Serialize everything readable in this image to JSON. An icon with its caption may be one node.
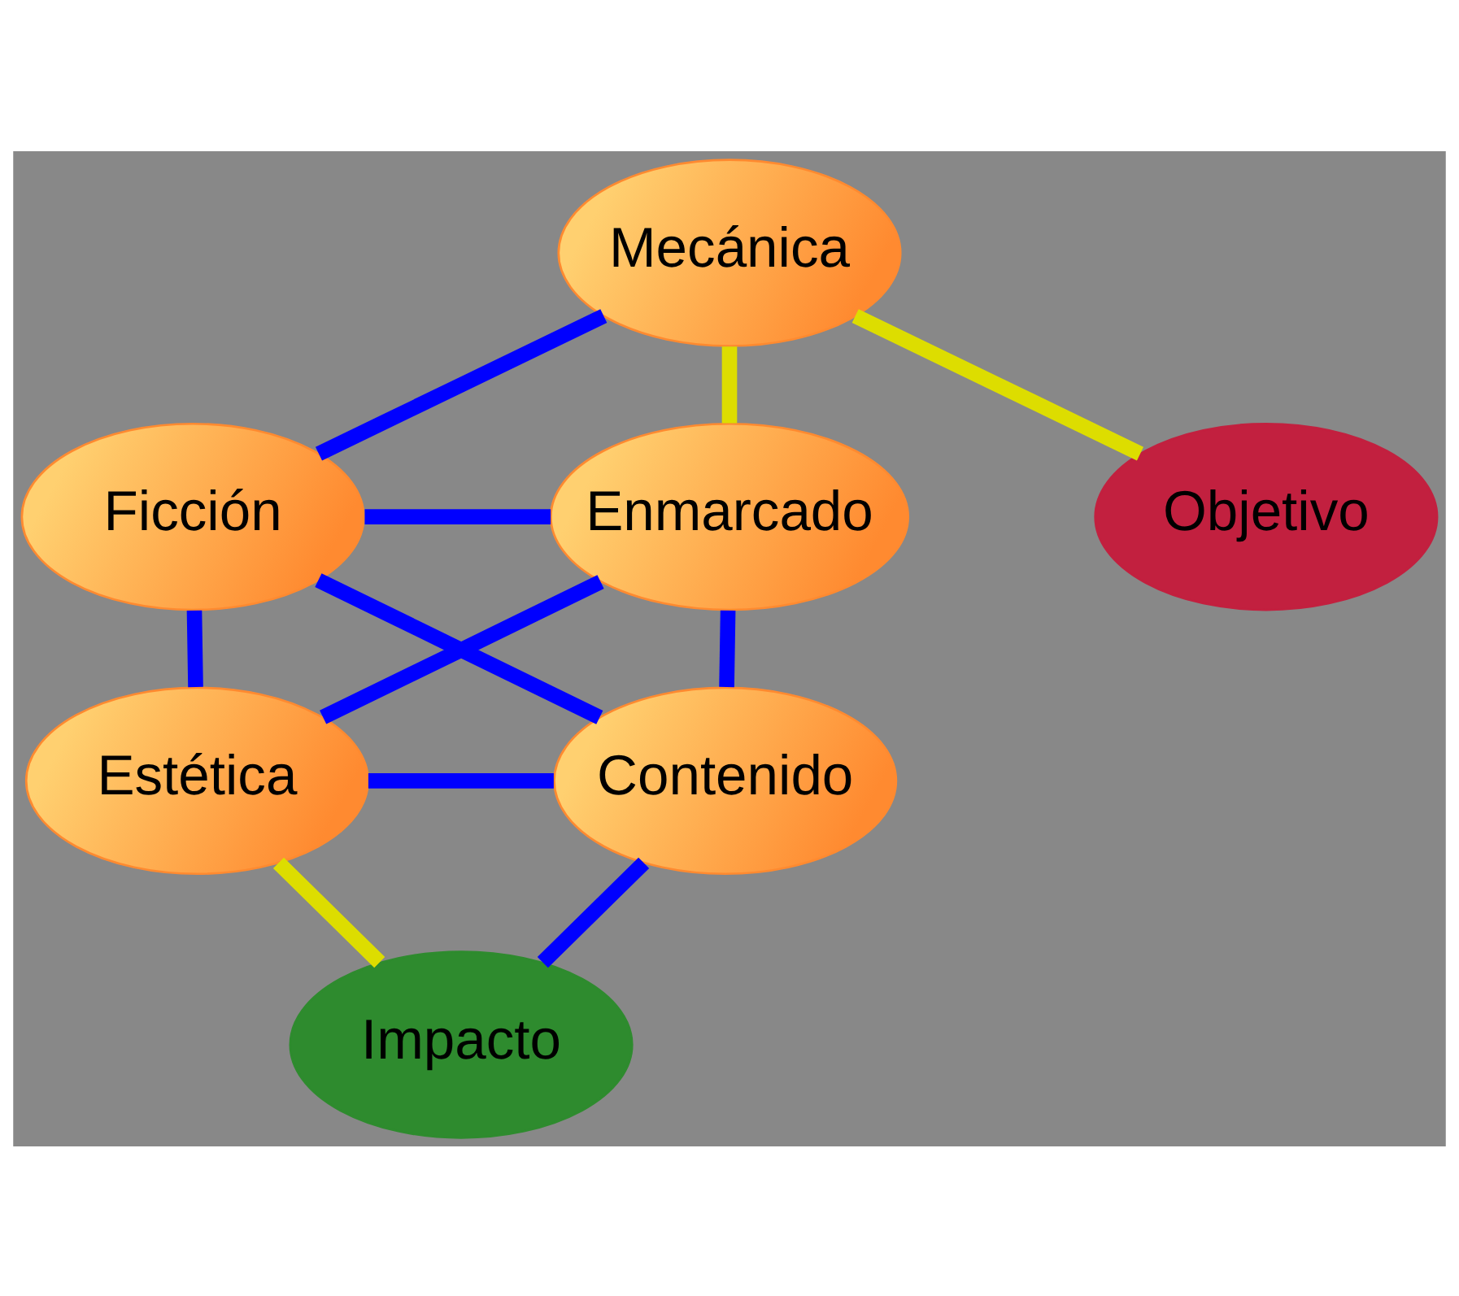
{
  "diagram": {
    "nodes": [
      {
        "text": [
          "Mecánica"
        ]
      },
      {
        "text": [
          "Ficción"
        ]
      },
      {
        "text": [
          "Enmarcado"
        ]
      },
      {
        "text": [
          "Estética"
        ]
      },
      {
        "text": [
          "Contenido"
        ]
      },
      {
        "text": [
          "Objetivo"
        ]
      },
      {
        "text": [
          "Impacto"
        ]
      }
    ],
    "edges": [
      {
        "from": 0,
        "to": 1,
        "arrow": "none"
      },
      {
        "from": 0,
        "to": 2,
        "arrow": "none",
        "color": "#dddd00"
      },
      {
        "from": 0,
        "to": 5,
        "arrow": "none",
        "color": "#dddd00"
      },
      {
        "from": 1,
        "to": 2,
        "arrow": "none"
      },
      {
        "from": 1,
        "to": 3,
        "arrow": "none"
      },
      {
        "from": 1,
        "to": 4,
        "arrow": "none"
      },
      {
        "from": 2,
        "to": 3,
        "arrow": "none"
      },
      {
        "from": 2,
        "to": 4,
        "arrow": "none"
      },
      {
        "from": 3,
        "to": 4,
        "arrow": "none"
      },
      {
        "from": 3,
        "to": 6,
        "arrow": "none",
        "color": "#dddd00"
      },
      {
        "from": 4,
        "to": 6,
        "arrow": "none"
      }
    ]
  }
}
